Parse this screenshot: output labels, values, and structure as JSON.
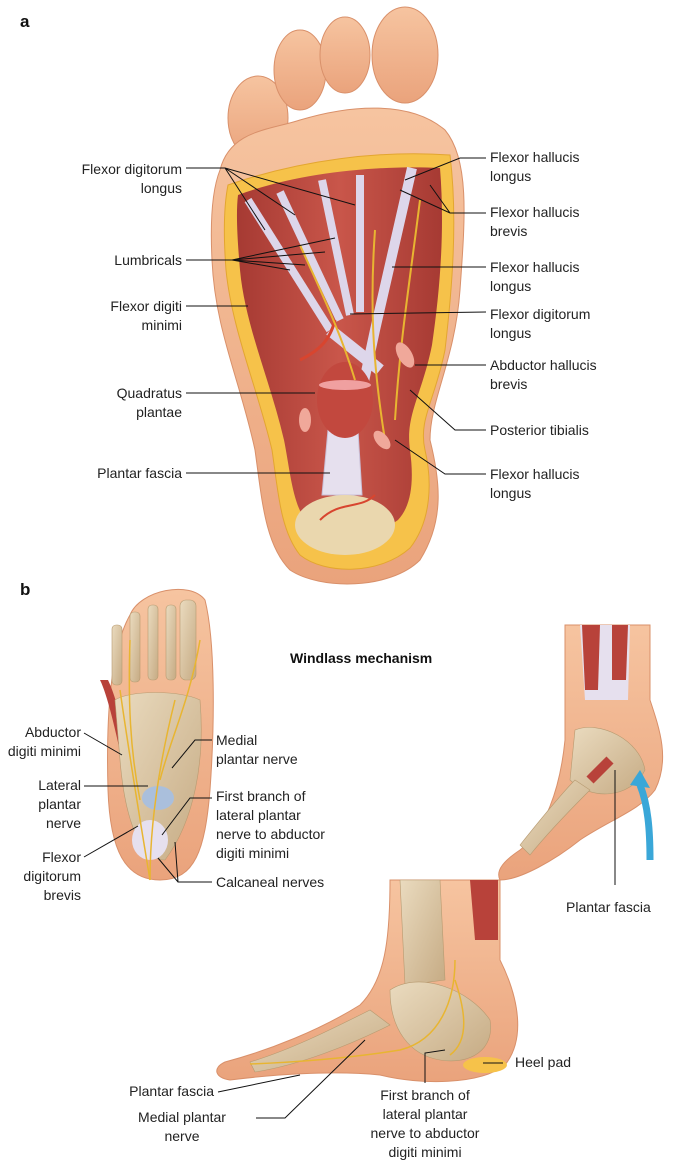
{
  "panel_a": {
    "letter": "a",
    "labels": {
      "fdl_left": [
        "Flexor digitorum",
        "longus"
      ],
      "lumbricals": [
        "Lumbricals"
      ],
      "fdm": [
        "Flexor digiti",
        "minimi"
      ],
      "quadratus": [
        "Quadratus",
        "plantae"
      ],
      "plantar_fascia": [
        "Plantar fascia"
      ],
      "fhl_1": [
        "Flexor hallucis",
        "longus"
      ],
      "fhb": [
        "Flexor hallucis",
        "brevis"
      ],
      "fhl_2": [
        "Flexor hallucis",
        "longus"
      ],
      "fdl_right": [
        "Flexor digitorum",
        "longus"
      ],
      "ahb": [
        "Abductor hallucis",
        "brevis"
      ],
      "post_tib": [
        "Posterior tibialis"
      ],
      "fhl_3": [
        "Flexor hallucis",
        "longus"
      ]
    }
  },
  "panel_b": {
    "letter": "b",
    "title": "Windlass mechanism",
    "labels": {
      "adm": [
        "Abductor",
        "digiti minimi"
      ],
      "mpn_top": [
        "Medial",
        "plantar nerve"
      ],
      "lpn": [
        "Lateral",
        "plantar",
        "nerve"
      ],
      "first_branch_top": [
        "First branch of",
        "lateral plantar",
        "nerve to abductor",
        "digiti minimi"
      ],
      "fdb": [
        "Flexor",
        "digitorum",
        "brevis"
      ],
      "calcaneal": [
        "Calcaneal nerves"
      ],
      "pf_side": [
        "Plantar fascia"
      ],
      "heel_pad": [
        "Heel pad"
      ],
      "pf_bottom": [
        "Plantar fascia"
      ],
      "mpn_bottom": [
        "Medial plantar",
        "nerve"
      ],
      "first_branch_bottom": [
        "First branch of",
        "lateral plantar",
        "nerve to abductor",
        "digiti minimi"
      ]
    }
  },
  "colors": {
    "skin": "#f2b48c",
    "fat": "#f6c24a",
    "muscle": "#b8423a",
    "tendon": "#ddd6ea",
    "bone": "#d9c39f",
    "nerve": "#e8b531",
    "arrow": "#3aa7d8"
  }
}
